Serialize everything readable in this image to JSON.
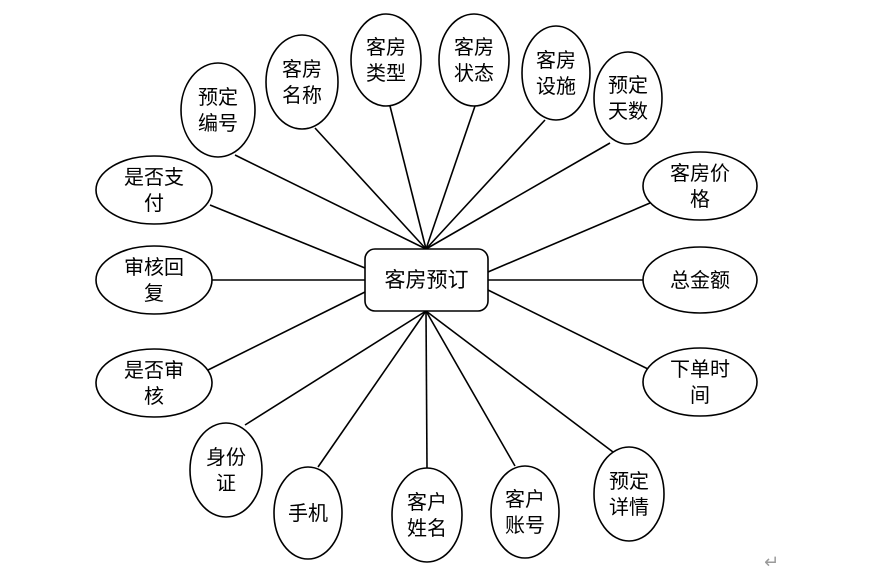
{
  "diagram": {
    "entity": {
      "label": "客房预订"
    },
    "attributes": [
      {
        "id": "booking-no",
        "lines": [
          "预定",
          "编号"
        ]
      },
      {
        "id": "room-name",
        "lines": [
          "客房",
          "名称"
        ]
      },
      {
        "id": "room-type",
        "lines": [
          "客房",
          "类型"
        ]
      },
      {
        "id": "room-status",
        "lines": [
          "客房",
          "状态"
        ]
      },
      {
        "id": "room-facilities",
        "lines": [
          "客房",
          "设施"
        ]
      },
      {
        "id": "booking-days",
        "lines": [
          "预定",
          "天数"
        ]
      },
      {
        "id": "room-price",
        "lines": [
          "客房价",
          "格"
        ]
      },
      {
        "id": "total-amount",
        "lines": [
          "总金额"
        ]
      },
      {
        "id": "order-time",
        "lines": [
          "下单时",
          "间"
        ]
      },
      {
        "id": "booking-details",
        "lines": [
          "预定",
          "详情"
        ]
      },
      {
        "id": "customer-account",
        "lines": [
          "客户",
          "账号"
        ]
      },
      {
        "id": "customer-name",
        "lines": [
          "客户",
          "姓名"
        ]
      },
      {
        "id": "phone",
        "lines": [
          "手机"
        ]
      },
      {
        "id": "id-card",
        "lines": [
          "身份",
          "证"
        ]
      },
      {
        "id": "is-reviewed",
        "lines": [
          "是否审",
          "核"
        ]
      },
      {
        "id": "review-reply",
        "lines": [
          "审核回",
          "复"
        ]
      },
      {
        "id": "is-paid",
        "lines": [
          "是否支",
          "付"
        ]
      }
    ]
  },
  "document": {
    "paragraph_mark": "↵"
  }
}
